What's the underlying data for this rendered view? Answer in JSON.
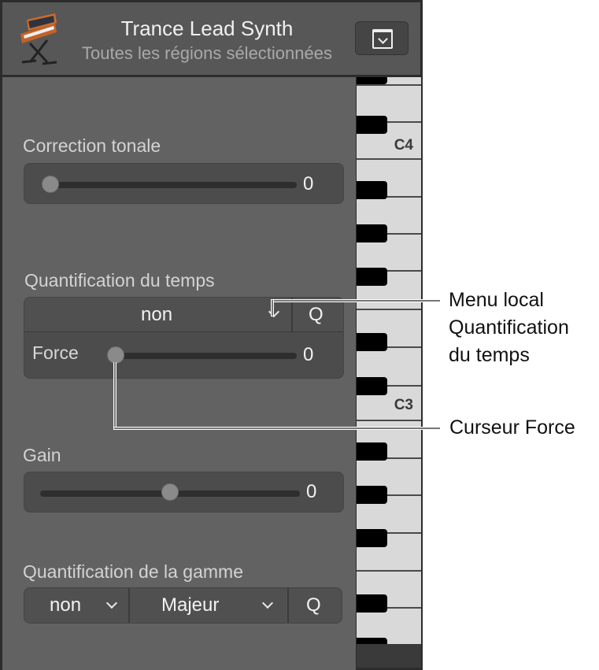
{
  "header": {
    "title": "Trance Lead Synth",
    "subtitle": "Toutes les régions sélectionnées",
    "icon": "synthesizer-icon",
    "menu_button_icon": "chevron-down-square-icon"
  },
  "pitch_correction": {
    "label": "Correction tonale",
    "value": "0"
  },
  "time_quantize": {
    "label": "Quantification du temps",
    "menu_value": "non",
    "q_button": "Q",
    "strength_label": "Force",
    "strength_value": "0"
  },
  "gain": {
    "label": "Gain",
    "value": "0"
  },
  "scale_quantize": {
    "label": "Quantification de la gamme",
    "root_value": "non",
    "scale_value": "Majeur",
    "q_button": "Q"
  },
  "keyboard": {
    "labels": [
      "C4",
      "C3"
    ]
  },
  "callouts": {
    "menu": "Menu local\nQuantification\ndu temps",
    "menu_lines": [
      "Menu local",
      "Quantification",
      "du temps"
    ],
    "slider": "Curseur Force"
  },
  "colors": {
    "panel_bg": "#626262",
    "header_bg": "#575757",
    "control_bg": "#4c4c4c",
    "white_key": "#d9d9d9",
    "black_key": "#000000"
  }
}
